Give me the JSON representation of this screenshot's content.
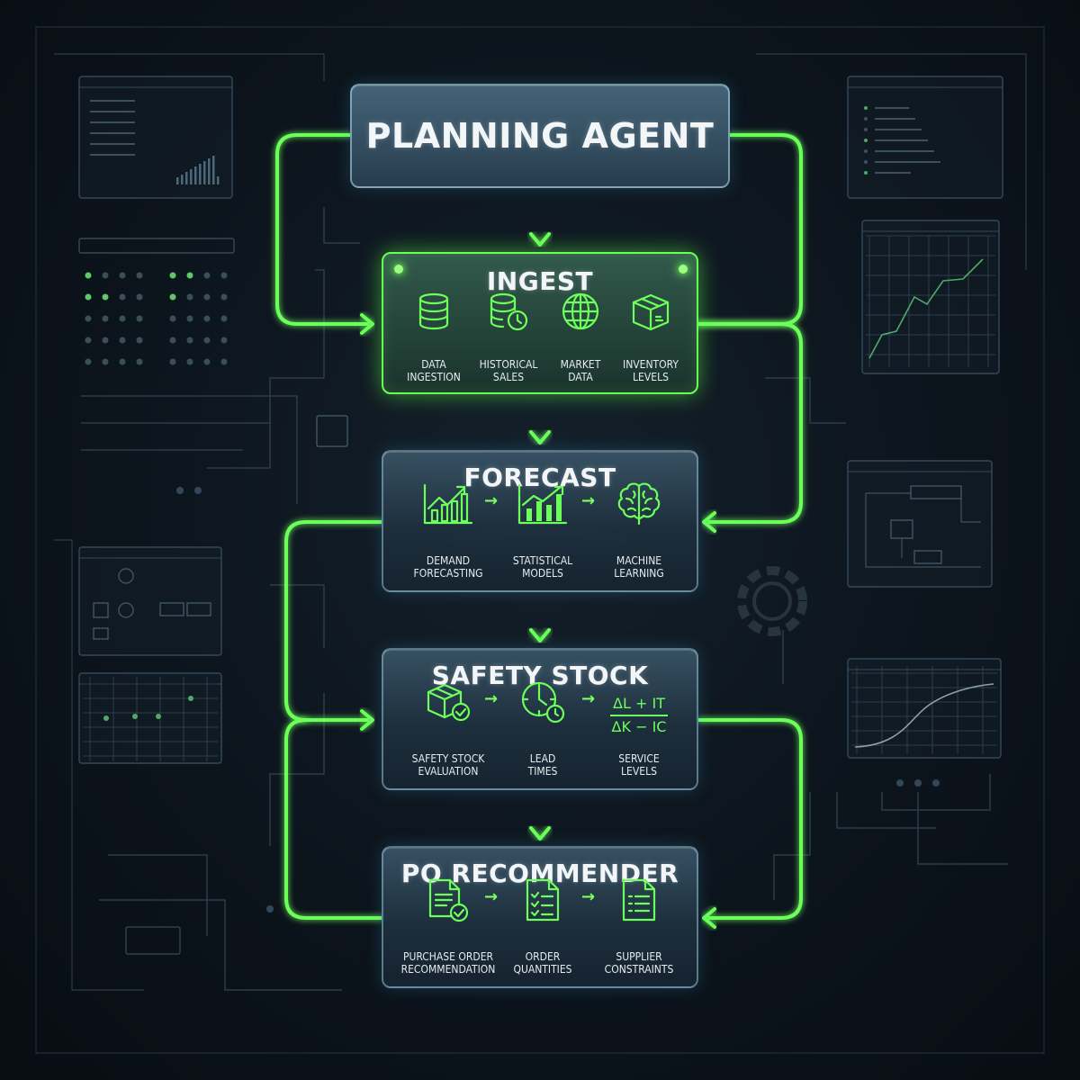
{
  "diagram": {
    "title": "PLANNING AGENT",
    "stages": [
      {
        "name": "INGEST",
        "items": [
          {
            "label": [
              "DATA",
              "INGESTION"
            ],
            "icon": "database-icon"
          },
          {
            "label": [
              "HISTORICAL",
              "SALES"
            ],
            "icon": "database-clock-icon"
          },
          {
            "label": [
              "MARKET",
              "DATA"
            ],
            "icon": "globe-icon"
          },
          {
            "label": [
              "INVENTORY",
              "LEVELS"
            ],
            "icon": "box-icon"
          }
        ]
      },
      {
        "name": "FORECAST",
        "items": [
          {
            "label": [
              "DEMAND",
              "FORECASTING"
            ],
            "icon": "trend-chart-icon"
          },
          {
            "label": [
              "STATISTICAL",
              "MODELS"
            ],
            "icon": "bar-chart-icon"
          },
          {
            "label": [
              "MACHINE",
              "LEARNING"
            ],
            "icon": "brain-icon"
          }
        ]
      },
      {
        "name": "SAFETY STOCK",
        "items": [
          {
            "label": [
              "SAFETY STOCK",
              "EVALUATION"
            ],
            "icon": "box-check-icon"
          },
          {
            "label": [
              "LEAD",
              "TIMES"
            ],
            "icon": "clock-icon"
          },
          {
            "label": [
              "SERVICE",
              "LEVELS"
            ],
            "icon": "formula-icon",
            "formula": [
              "ΔL + IT",
              "ΔK − IC"
            ]
          }
        ]
      },
      {
        "name": "PO RECOMMENDER",
        "items": [
          {
            "label": [
              "PURCHASE ORDER",
              "RECOMMENDATION"
            ],
            "icon": "document-check-icon"
          },
          {
            "label": [
              "ORDER",
              "QUANTITIES"
            ],
            "icon": "checklist-icon"
          },
          {
            "label": [
              "SUPPLIER",
              "CONSTRAINTS"
            ],
            "icon": "document-list-icon"
          }
        ]
      }
    ]
  },
  "colors": {
    "accent": "#6cff5a",
    "background": "#0c141c",
    "box": "#2c4556",
    "text": "#f2f6f8"
  }
}
